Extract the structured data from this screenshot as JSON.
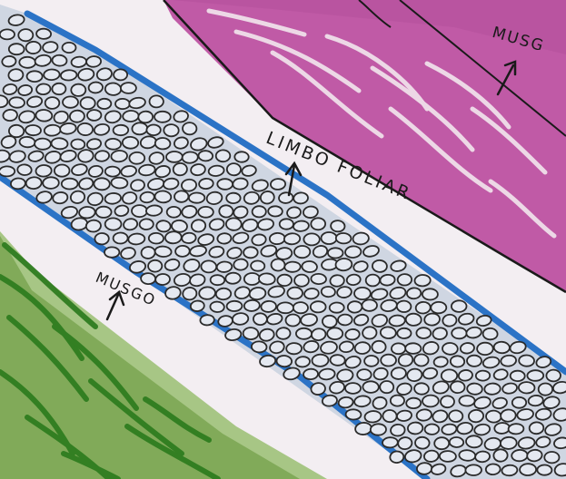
{
  "labels": {
    "musgo_top": "MUSG",
    "limbo_foliar": "LIMBO FOLIAR",
    "musgo_bottom": "MUSGO"
  },
  "colors": {
    "paper": "#f3eef2",
    "magenta_layer": "#c05aa6",
    "green_layer": "#7aa451",
    "leaf_blade": "#cfd6e2",
    "leaf_border": "#2b73c6",
    "pencil": "#1a1a1a"
  },
  "icons": [
    "arrow-up-icon"
  ]
}
